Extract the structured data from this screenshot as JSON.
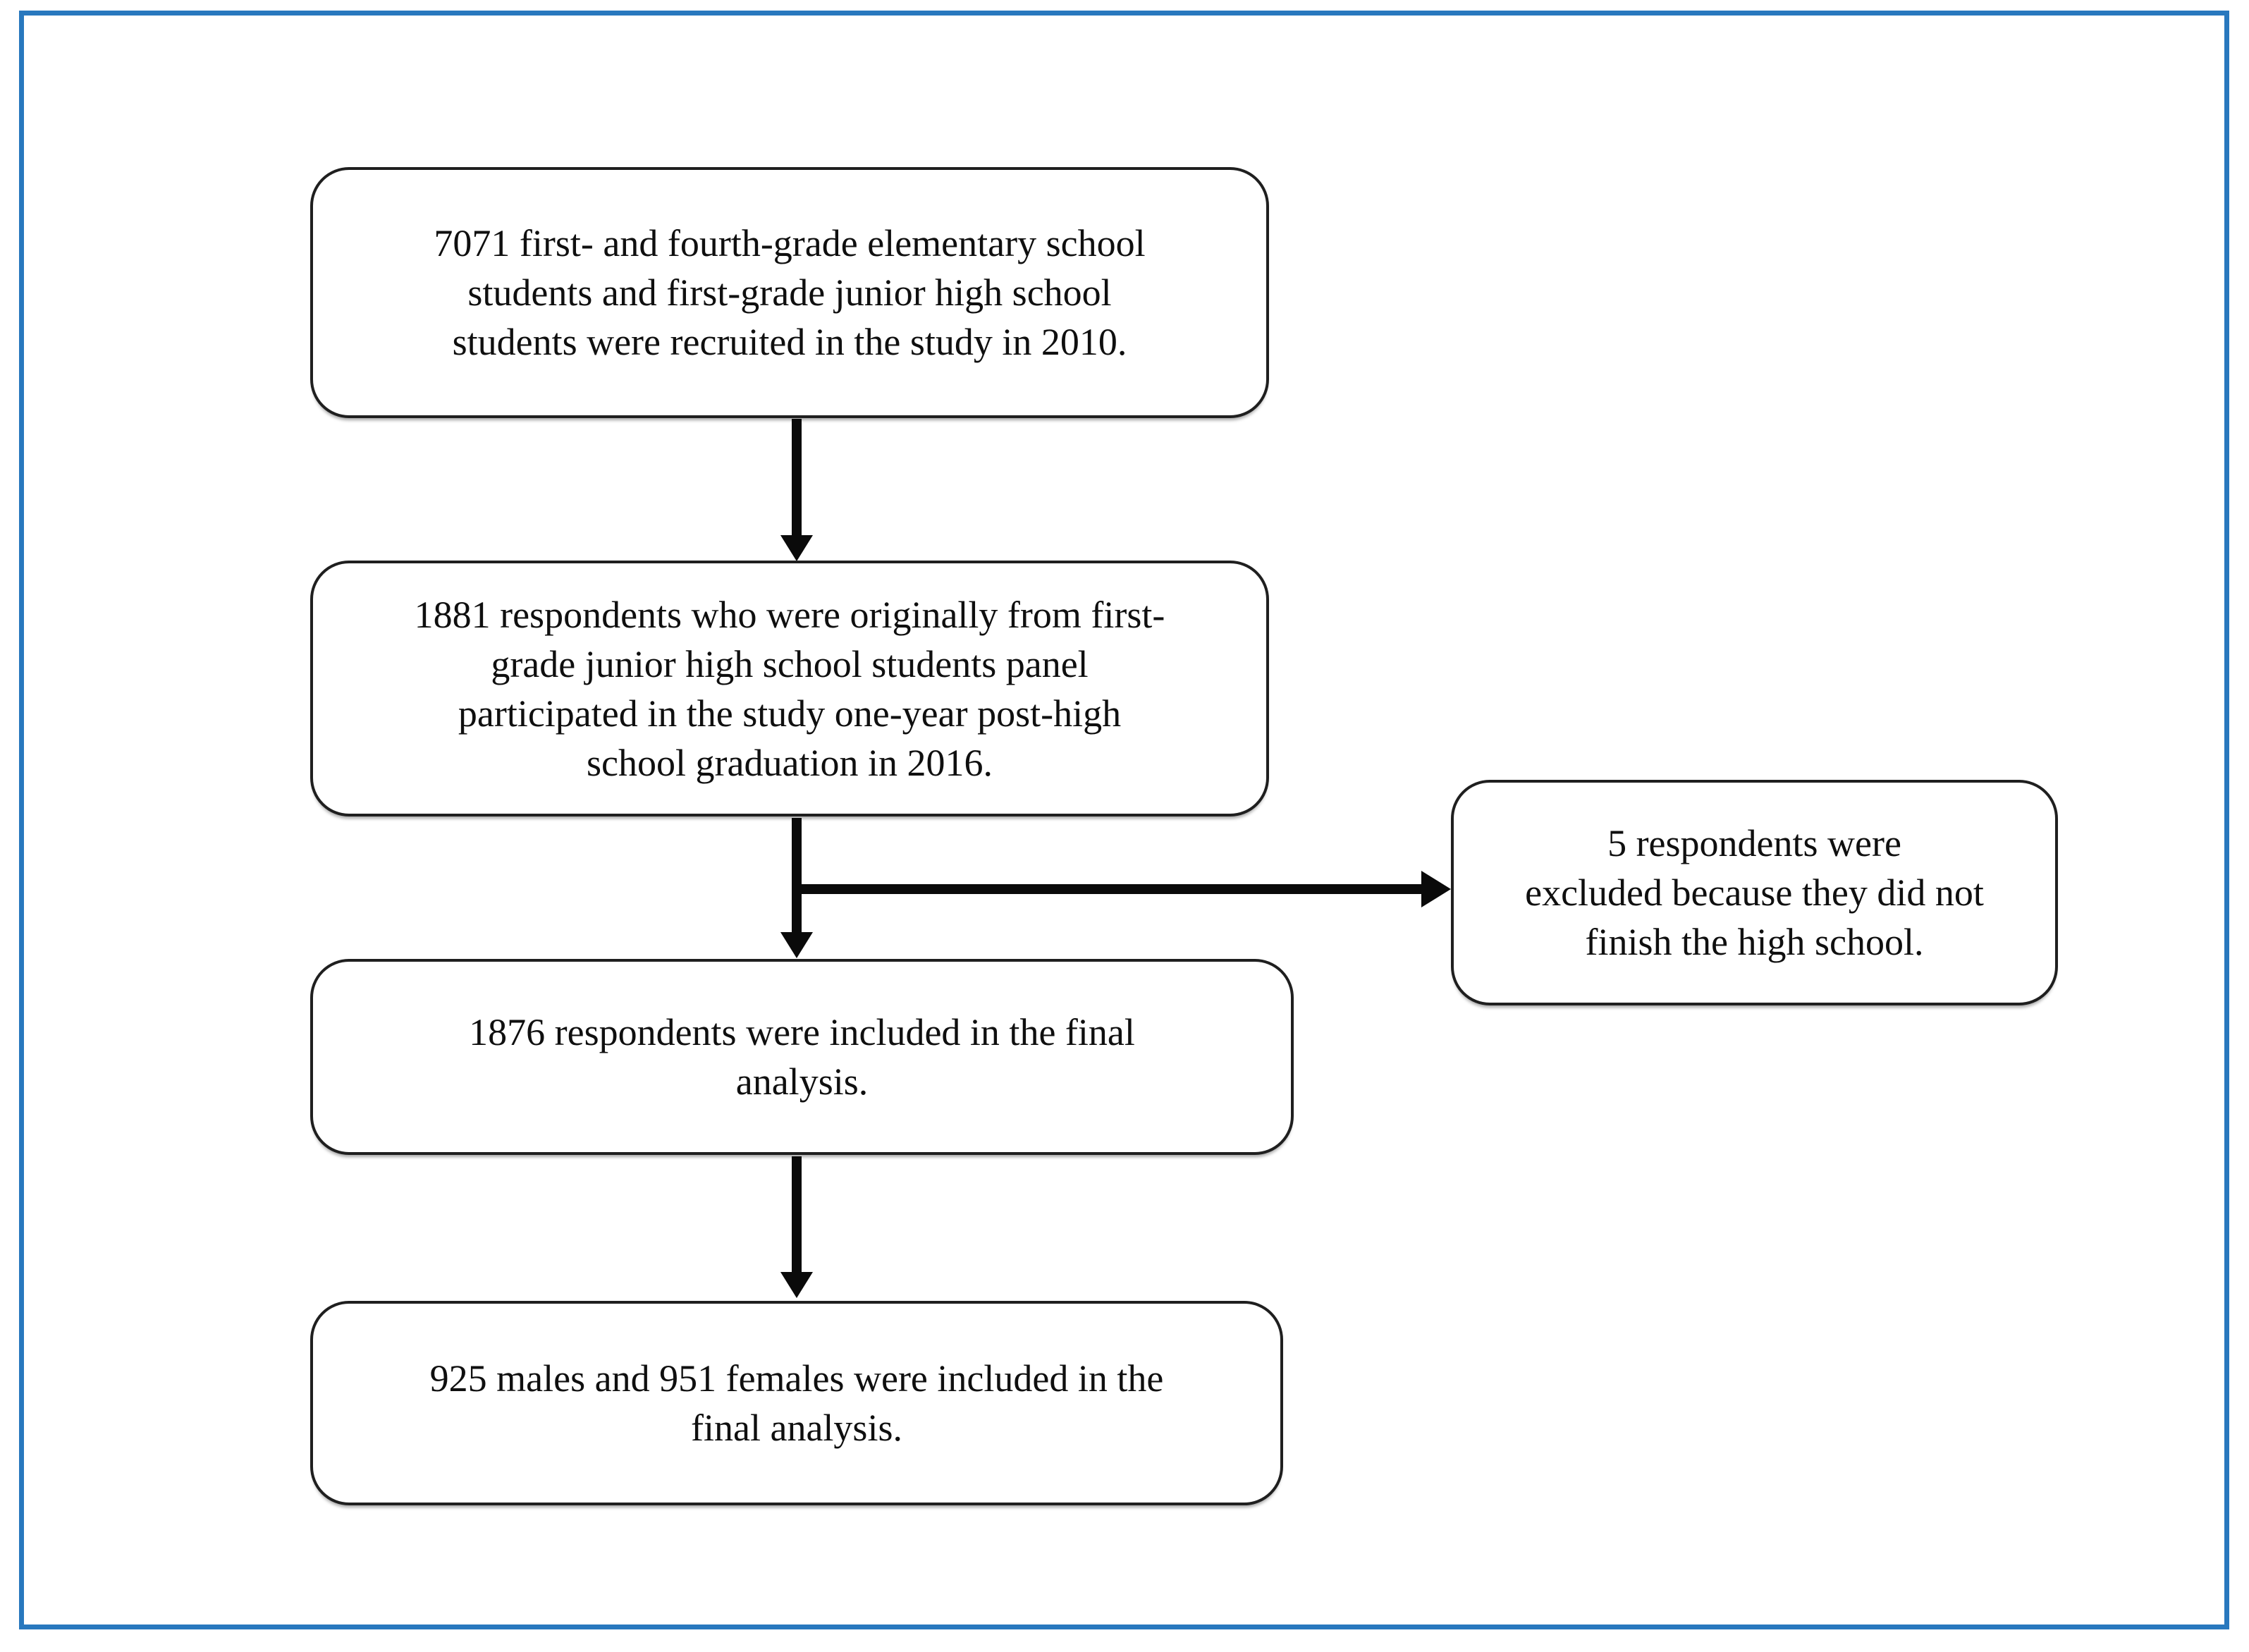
{
  "figure": {
    "background_color": "#ffffff",
    "frame_border_color": "#2878BE",
    "box_border_color": "#1f1f1f",
    "text_color": "#0f0f0f",
    "arrow_color": "#0a0a0a"
  },
  "flowchart": {
    "type": "study-participant-flow-diagram",
    "boxes": {
      "recruited": {
        "text": "7071 first- and fourth-grade elementary school students and first-grade junior high school students were recruited in the study in 2010.",
        "lines": [
          "7071 first- and fourth-grade elementary school",
          "students and first-grade junior high school",
          "students were recruited in the study in 2010."
        ]
      },
      "panel_2016": {
        "text": "1881 respondents who were originally from first-grade junior high school students panel participated in the study one-year post-high school graduation in 2016.",
        "lines": [
          "1881 respondents who were originally from first-",
          "grade junior high school students panel",
          "participated in the study one-year post-high",
          "school graduation in 2016."
        ]
      },
      "excluded": {
        "text": "5 respondents were excluded because they did not finish the high school.",
        "lines": [
          "5 respondents were",
          "excluded because they did not",
          "finish the high school."
        ]
      },
      "final_analysis": {
        "text": "1876 respondents were included in the final analysis.",
        "lines": [
          "1876 respondents were included in the final",
          "analysis."
        ]
      },
      "gender": {
        "text": "925 males and 951 females were included in the final analysis.",
        "lines": [
          "925 males and 951 females were included in the",
          "final analysis."
        ]
      }
    },
    "edges": [
      {
        "from": "recruited",
        "to": "panel_2016"
      },
      {
        "from": "panel_2016",
        "to": "final_analysis"
      },
      {
        "from": "panel_2016",
        "to": "excluded",
        "kind": "branch"
      },
      {
        "from": "final_analysis",
        "to": "gender"
      }
    ]
  }
}
